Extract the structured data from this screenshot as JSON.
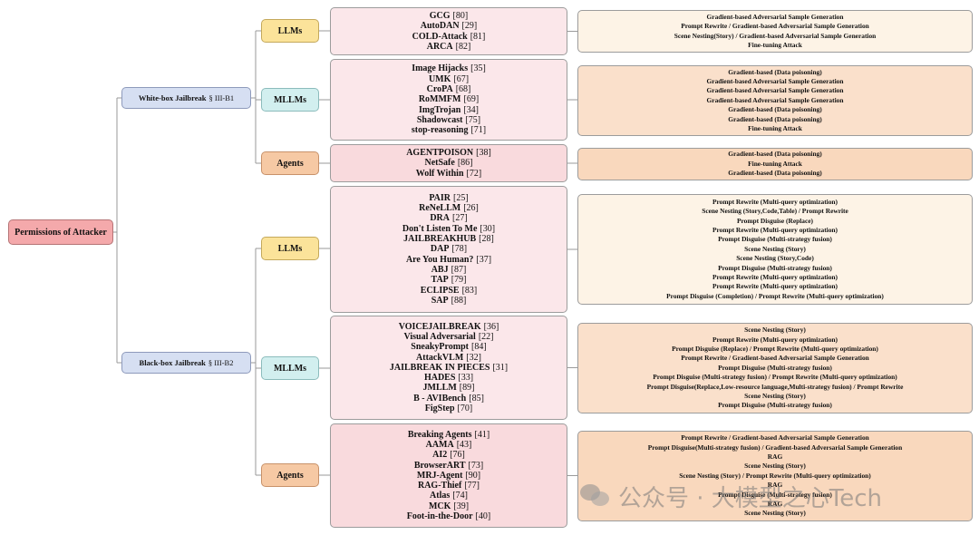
{
  "root": {
    "label": "Permissions of Attacker"
  },
  "branches": [
    {
      "label": "White-box Jailbreak",
      "section": "§ III-B1",
      "groups": [
        {
          "category": "LLMs",
          "methods": [
            {
              "name": "GCG",
              "ref": "[80]"
            },
            {
              "name": "AutoDAN",
              "ref": "[29]"
            },
            {
              "name": "COLD-Attack",
              "ref": "[81]"
            },
            {
              "name": "ARCA",
              "ref": "[82]"
            }
          ],
          "techniques": [
            "Gradient-based Adversarial Sample Generation",
            "Prompt Rewrite / Gradient-based Adversarial Sample Generation",
            "Scene Nesting(Story) / Gradient-based Adversarial Sample Generation",
            "Fine-tuning Attack"
          ]
        },
        {
          "category": "MLLMs",
          "methods": [
            {
              "name": "Image Hijacks",
              "ref": "[35]"
            },
            {
              "name": "UMK",
              "ref": "[67]"
            },
            {
              "name": "CroPA",
              "ref": "[68]"
            },
            {
              "name": "RoMMFM",
              "ref": "[69]"
            },
            {
              "name": "ImgTrojan",
              "ref": "[34]"
            },
            {
              "name": "Shadowcast",
              "ref": "[75]"
            },
            {
              "name": "stop-reasoning",
              "ref": "[71]"
            }
          ],
          "techniques": [
            "Gradient-based (Data poisoning)",
            "Gradient-based Adversarial Sample Generation",
            "Gradient-based Adversarial Sample Generation",
            "Gradient-based Adversarial Sample Generation",
            "Gradient-based (Data poisoning)",
            "Gradient-based (Data poisoning)",
            "Fine-tuning Attack"
          ]
        },
        {
          "category": "Agents",
          "methods": [
            {
              "name": "AGENTPOISON",
              "ref": "[38]"
            },
            {
              "name": "NetSafe",
              "ref": "[86]"
            },
            {
              "name": "Wolf Within",
              "ref": "[72]"
            }
          ],
          "techniques": [
            "Gradient-based (Data poisoning)",
            "Fine-tuning Attack",
            "Gradient-based (Data poisoning)"
          ]
        }
      ]
    },
    {
      "label": "Black-box Jailbreak",
      "section": "§ III-B2",
      "groups": [
        {
          "category": "LLMs",
          "methods": [
            {
              "name": "PAIR",
              "ref": "[25]"
            },
            {
              "name": "ReNeLLM",
              "ref": "[26]"
            },
            {
              "name": "DRA",
              "ref": "[27]"
            },
            {
              "name": "Don't Listen To Me",
              "ref": "[30]"
            },
            {
              "name": "JAILBREAKHUB",
              "ref": "[28]"
            },
            {
              "name": "DAP",
              "ref": "[78]"
            },
            {
              "name": "Are You Human?",
              "ref": "[37]"
            },
            {
              "name": "ABJ",
              "ref": "[87]"
            },
            {
              "name": "TAP",
              "ref": "[79]"
            },
            {
              "name": "ECLIPSE",
              "ref": "[83]"
            },
            {
              "name": "SAP",
              "ref": "[88]"
            }
          ],
          "techniques": [
            "Prompt Rewrite (Multi-query optimization)",
            "Scene Nesting (Story,Code,Table) / Prompt Rewrite",
            "Prompt Disguise (Replace)",
            "Prompt Rewrite (Multi-query optimization)",
            "Prompt Disguise (Multi-strategy fusion)",
            "Scene Nesting (Story)",
            "Scene Nesting (Story,Code)",
            "Prompt Disguise (Multi-strategy fusion)",
            "Prompt Rewrite (Multi-query optimization)",
            "Prompt Rewrite (Multi-query optimization)",
            "Prompt Disguise (Completion) / Prompt Rewrite (Multi-query optimization)"
          ]
        },
        {
          "category": "MLLMs",
          "methods": [
            {
              "name": "VOICEJAILBREAK",
              "ref": "[36]"
            },
            {
              "name": "Visual Adversarial",
              "ref": "[22]"
            },
            {
              "name": "SneakyPrompt",
              "ref": "[84]"
            },
            {
              "name": "AttackVLM",
              "ref": "[32]"
            },
            {
              "name": "JAILBREAK IN PIECES",
              "ref": "[31]"
            },
            {
              "name": "HADES",
              "ref": "[33]"
            },
            {
              "name": "JMLLM",
              "ref": "[89]"
            },
            {
              "name": "B - AVIBench",
              "ref": "[85]"
            },
            {
              "name": "FigStep",
              "ref": "[70]"
            }
          ],
          "techniques": [
            "Scene Nesting (Story)",
            "Prompt Rewrite (Multi-query optimization)",
            "Prompt Disguise (Replace) / Prompt Rewrite (Multi-query optimization)",
            "Prompt Rewrite / Gradient-based Adversarial Sample Generation",
            "Prompt Disguise (Multi-strategy fusion)",
            "Prompt Disguise (Multi-strategy fusion) / Prompt Rewrite (Multi-query optimization)",
            "Prompt Disguise(Replace,Low-resource language,Multi-strategy fusion) / Prompt Rewrite",
            "Scene Nesting (Story)",
            "Prompt Disguise (Multi-strategy fusion)"
          ]
        },
        {
          "category": "Agents",
          "methods": [
            {
              "name": "Breaking Agents",
              "ref": "[41]"
            },
            {
              "name": "AAMA",
              "ref": "[43]"
            },
            {
              "name": "AI2",
              "ref": "[76]"
            },
            {
              "name": "BrowserART",
              "ref": "[73]"
            },
            {
              "name": "MRJ-Agent",
              "ref": "[90]"
            },
            {
              "name": "RAG-Thief",
              "ref": "[77]"
            },
            {
              "name": "Atlas",
              "ref": "[74]"
            },
            {
              "name": "MCK",
              "ref": "[39]"
            },
            {
              "name": "Foot-in-the-Door",
              "ref": "[40]"
            }
          ],
          "techniques": [
            "Prompt Rewrite / Gradient-based Adversarial Sample Generation",
            "Prompt Disguise(Multi-strategy fusion) / Gradient-based Adversarial Sample Generation",
            "RAG",
            "Scene Nesting (Story)",
            "Scene Nesting (Story) / Prompt Rewrite (Multi-query optimization)",
            "RAG",
            "Prompt Disguise (Multi-strategy fusion)",
            "RAG",
            "Scene Nesting (Story)"
          ]
        }
      ]
    }
  ],
  "watermark": {
    "text": "公众号 · 大模型之心Tech",
    "icon": "wechat-icon"
  }
}
